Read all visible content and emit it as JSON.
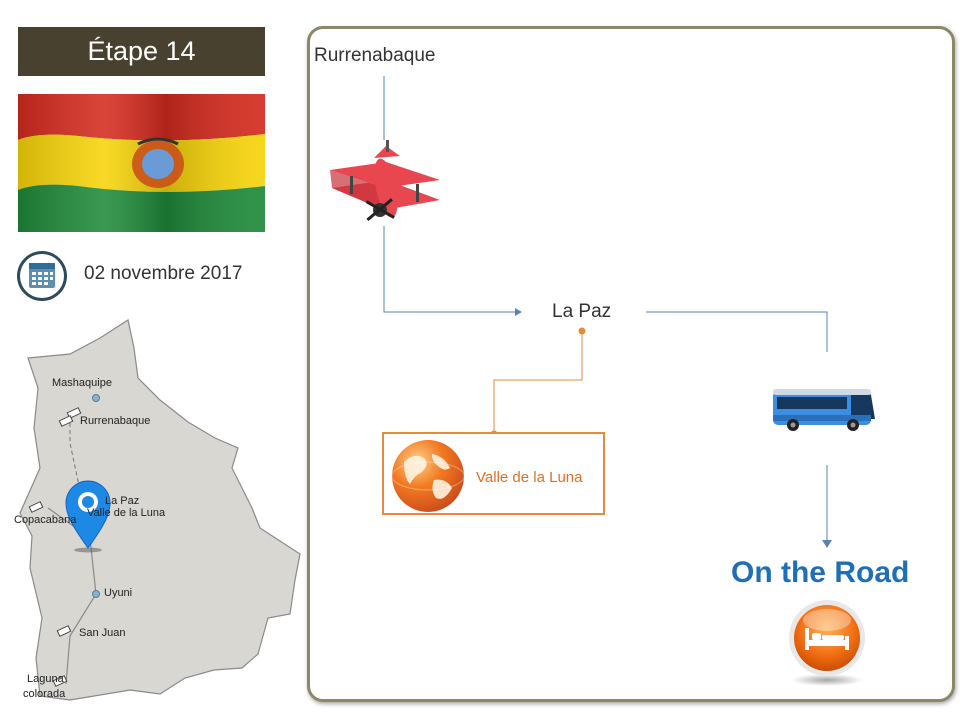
{
  "header": {
    "stage_title": "Étape 14"
  },
  "date": {
    "text": "02 novembre 2017"
  },
  "map": {
    "places": [
      "Mashaquipe",
      "Rurrenabaque",
      "La Paz",
      "Valle de la Luna",
      "Copacabana",
      "Uyuni",
      "San Juan",
      "Laguna",
      "colorada"
    ]
  },
  "route": {
    "start": "Rurrenabaque",
    "hub": "La Paz",
    "poi": "Valle de la Luna",
    "end": "On the Road"
  },
  "colors": {
    "stage_bg": "#48412f",
    "accent_blue": "#1f6fb8",
    "accent_orange": "#e58b3a",
    "panel_border": "#8b8767"
  },
  "icons": [
    "calendar-icon",
    "airplane-icon",
    "bus-icon",
    "globe-icon",
    "bed-icon",
    "map-pin-icon"
  ]
}
